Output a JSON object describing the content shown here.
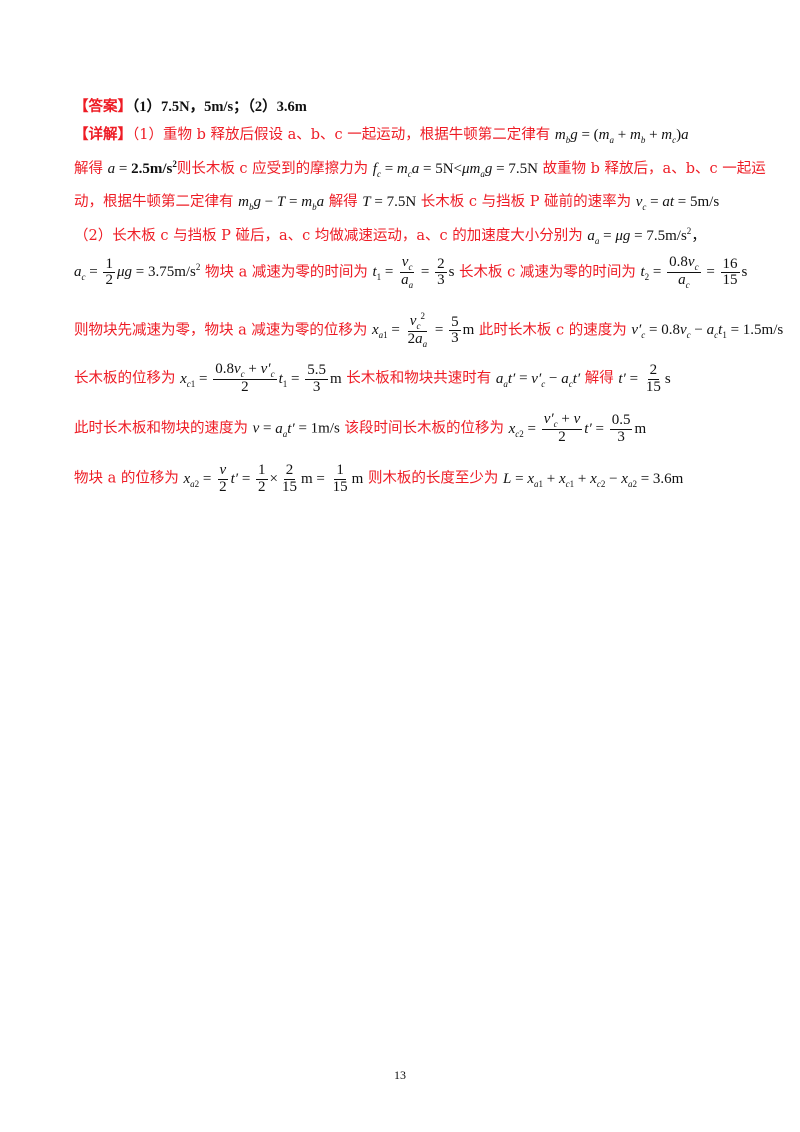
{
  "answer": {
    "label": "【答案】",
    "content": "（1）7.5N，5m/s；（2）3.6m"
  },
  "detail": {
    "label": "【详解】",
    "l1": "（1）重物 b 释放后假设 a、b、c 一起运动，根据牛顿第二定律有",
    "l2_a": "解得",
    "l2_b": "则长木板 c 应受到的摩擦力为",
    "l2_c": "故重物 b 释放后，a、b、c 一起运",
    "l3_a": "动，根据牛顿第二定律有",
    "l3_b": "解得",
    "l3_c": "长木板 c 与挡板 P 碰前的速率为",
    "l4_a": "（2）长木板 c 与挡板 P 碰后，a、c 均做减速运动，a、c 的加速度大小分别为",
    "l5_a": "物块 a 减速为零的时间为",
    "l5_b": "长木板 c 减速为零的时间为",
    "l6_a": "则物块先减速为零，物块 a 减速为零的位移为",
    "l6_b": "此时长木板 c 的速度为",
    "l7_a": "长木板的位移为",
    "l7_b": "长木板和物块共速时有",
    "l7_c": "解得",
    "l8_a": "此时长木板和物块的速度为",
    "l8_b": "该段时间长木板的位移为",
    "l9_a": "物块 a 的位移为",
    "l9_b": "则木板的长度至少为"
  },
  "page_number": "13"
}
